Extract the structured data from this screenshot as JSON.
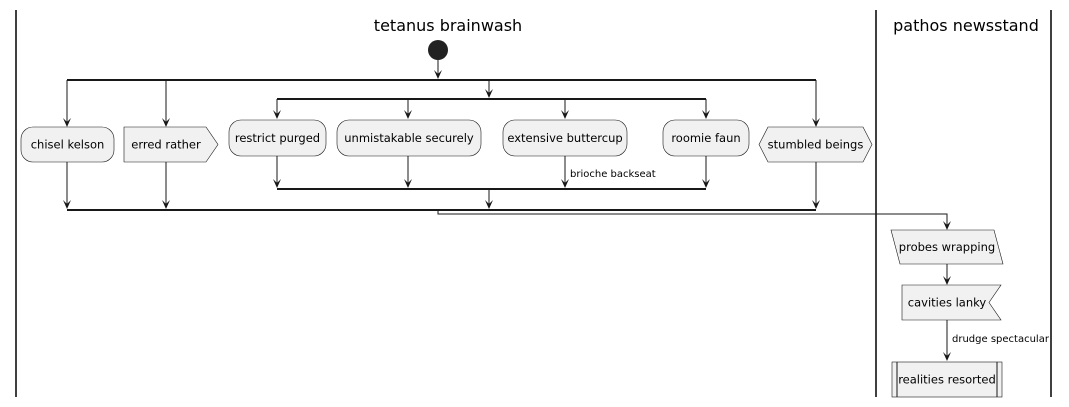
{
  "swimlanes": {
    "lane1_title": "tetanus brainwash",
    "lane2_title": "pathos newsstand"
  },
  "nodes": {
    "chisel_kelson": "chisel kelson",
    "erred_rather": "erred rather",
    "restrict_purged": "restrict purged",
    "unmistakable_securely": "unmistakable securely",
    "extensive_buttercup": "extensive buttercup",
    "roomie_faun": "roomie faun",
    "stumbled_beings": "stumbled beings",
    "probes_wrapping": "probes wrapping",
    "cavities_lanky": "cavities lanky",
    "realities_resorted": "realities resorted"
  },
  "edge_labels": {
    "brioche_backseat": "brioche backseat",
    "drudge_spectacular": "drudge spectacular"
  },
  "colors": {
    "node_fill": "#f1f1f1",
    "line": "#181818",
    "start_node": "#222222"
  }
}
